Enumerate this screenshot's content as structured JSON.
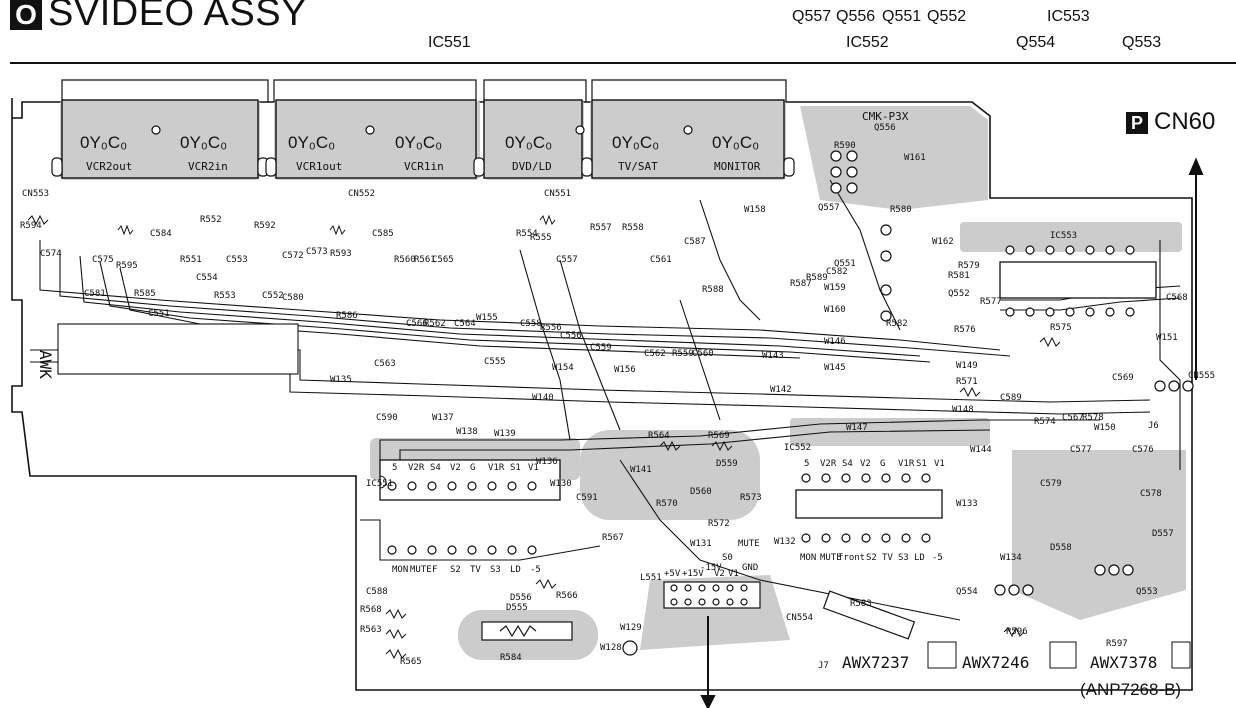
{
  "header": {
    "badge": "O",
    "title": "SVIDEO ASSY",
    "part_labels_top": [
      "Q557",
      "Q556",
      "Q551",
      "Q552",
      "IC553"
    ],
    "part_labels_second": [
      "IC551",
      "IC552",
      "Q554",
      "Q553"
    ]
  },
  "connector_ref": {
    "badge": "P",
    "label": "CN60"
  },
  "board": {
    "id": "CMK-P3X",
    "side_label": "AWK",
    "jacks": [
      {
        "name": "VCR2out"
      },
      {
        "name": "VCR2in"
      },
      {
        "name": "VCR1out"
      },
      {
        "name": "VCR1in"
      },
      {
        "name": "DVD/LD"
      },
      {
        "name": "TV/SAT"
      },
      {
        "name": "MONITOR"
      }
    ],
    "components": [
      "CN553",
      "R594",
      "C574",
      "C575",
      "C581",
      "R595",
      "R585",
      "C584",
      "C551",
      "R551",
      "C554",
      "R552",
      "R553",
      "C553",
      "C552",
      "R592",
      "C572",
      "C573",
      "C580",
      "R593",
      "R586",
      "CN552",
      "C585",
      "R560",
      "R561",
      "C565",
      "C566",
      "R562",
      "C564",
      "C563",
      "W155",
      "CN551",
      "R554",
      "R555",
      "R556",
      "C558",
      "C557",
      "C556",
      "C555",
      "W154",
      "R557",
      "R558",
      "C559",
      "C561",
      "C587",
      "W158",
      "W156",
      "C562",
      "R559",
      "C560",
      "R588",
      "R587",
      "R589",
      "C582",
      "R590",
      "Q556",
      "Q557",
      "R580",
      "Q551",
      "R581",
      "Q552",
      "R582",
      "W161",
      "W162",
      "IC553",
      "R579",
      "R577",
      "R576",
      "R575",
      "W159",
      "W160",
      "W146",
      "W145",
      "W151",
      "W149",
      "C568",
      "C569",
      "R571",
      "C589",
      "W148",
      "R574",
      "C567",
      "R578",
      "W150",
      "W142",
      "W143",
      "W147",
      "W144",
      "C577",
      "C576",
      "C579",
      "C578",
      "D557",
      "D558",
      "W134",
      "Q554",
      "Q553",
      "R596",
      "R597",
      "CN555",
      "J6",
      "W135",
      "W137",
      "W138",
      "W139",
      "W140",
      "C590",
      "W136",
      "W141",
      "C591",
      "W130",
      "R567",
      "R564",
      "R569",
      "D559",
      "D560",
      "R570",
      "R572",
      "R573",
      "W131",
      "W132",
      "IC551",
      "IC552",
      "W133",
      "C588",
      "R568",
      "R563",
      "R565",
      "D556",
      "D555",
      "R566",
      "R584",
      "L551",
      "W129",
      "W128",
      "CN554",
      "R583",
      "J7"
    ],
    "ic551_pins": [
      "5",
      "V2R",
      "S4",
      "V2",
      "G",
      "V1R",
      "S1",
      "V1"
    ],
    "ic552_pins": [
      "5",
      "V2R",
      "S4",
      "V2",
      "G",
      "V1R",
      "S1",
      "V1"
    ],
    "ic551_bottom": [
      "MON",
      "MUTE",
      "F",
      "S2",
      "TV",
      "S3",
      "LD",
      "-5"
    ],
    "ic552_bottom": [
      "MON",
      "MUTE",
      "front",
      "S2",
      "TV",
      "S3",
      "LD",
      "-5"
    ],
    "cn554_pins": [
      "+5V",
      "+15V",
      "-15V",
      "V2",
      "V1",
      "GND",
      "S0",
      "MUTE"
    ],
    "pcb_numbers": [
      "AWX7237",
      "AWX7246",
      "AWX7378"
    ]
  },
  "footer": {
    "code": "(ANP7268-B)"
  }
}
